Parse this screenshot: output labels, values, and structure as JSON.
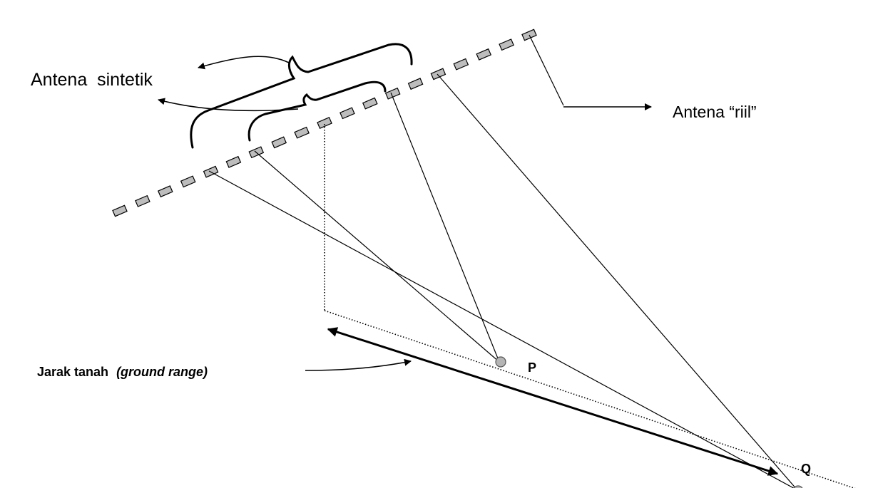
{
  "labels": {
    "synthetic_antenna": "Antena  sintetik",
    "real_antenna": "Antena “riil”",
    "ground_range_main": "Jarak tanah ",
    "ground_range_italic": "(ground range)",
    "point_p": "P",
    "point_q": "Q"
  },
  "colors": {
    "line": "#000000",
    "antenna_element_fill": "#bdbdbd",
    "point_fill": "#b5b5b5",
    "background": "#ffffff"
  }
}
